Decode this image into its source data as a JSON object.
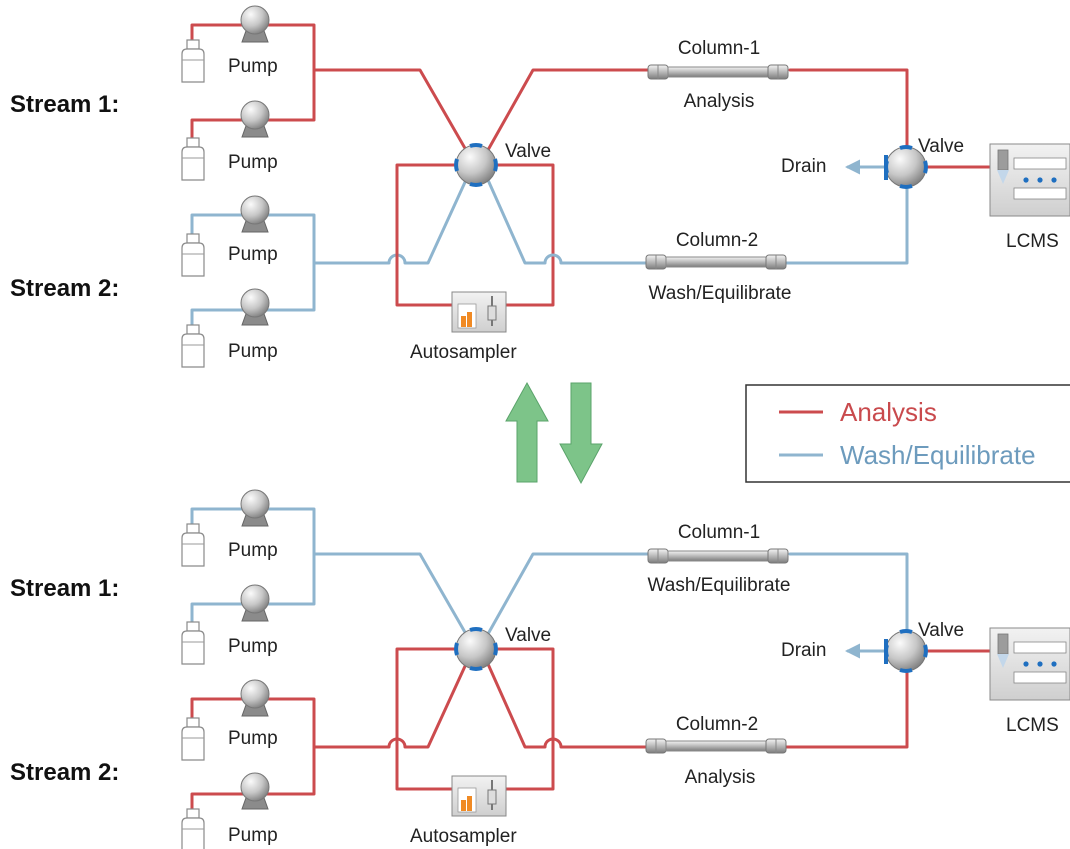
{
  "colors": {
    "analysis": "#cc4b4e",
    "wash": "#8fb5cf",
    "arrow": "#7dc489",
    "legend_analysis_text": "#c94a4d",
    "legend_wash_text": "#6d9bbd"
  },
  "labels": {
    "pump": "Pump",
    "valve": "Valve",
    "drain": "Drain",
    "autosampler": "Autosampler",
    "lcms": "LCMS",
    "column1": "Column-1",
    "column2": "Column-2",
    "stream1": "Stream 1:",
    "stream2": "Stream 2:"
  },
  "panels": [
    {
      "column1_mode": "Analysis",
      "column2_mode": "Wash/Equilibrate",
      "stream1_line": "analysis",
      "stream2_line": "wash"
    },
    {
      "column1_mode": "Wash/Equilibrate",
      "column2_mode": "Analysis",
      "stream1_line": "wash",
      "stream2_line": "analysis"
    }
  ],
  "legend": {
    "items": [
      {
        "label": "Analysis",
        "line": "analysis"
      },
      {
        "label": "Wash/Equilibrate",
        "line": "wash"
      }
    ]
  },
  "icons": {
    "bottle": "reservoir-bottle-icon",
    "pump": "pump-icon",
    "valve": "switching-valve-icon",
    "column": "column-icon",
    "autosampler": "autosampler-icon",
    "lcms": "lcms-instrument-icon",
    "switch": "switch-arrows-icon"
  }
}
